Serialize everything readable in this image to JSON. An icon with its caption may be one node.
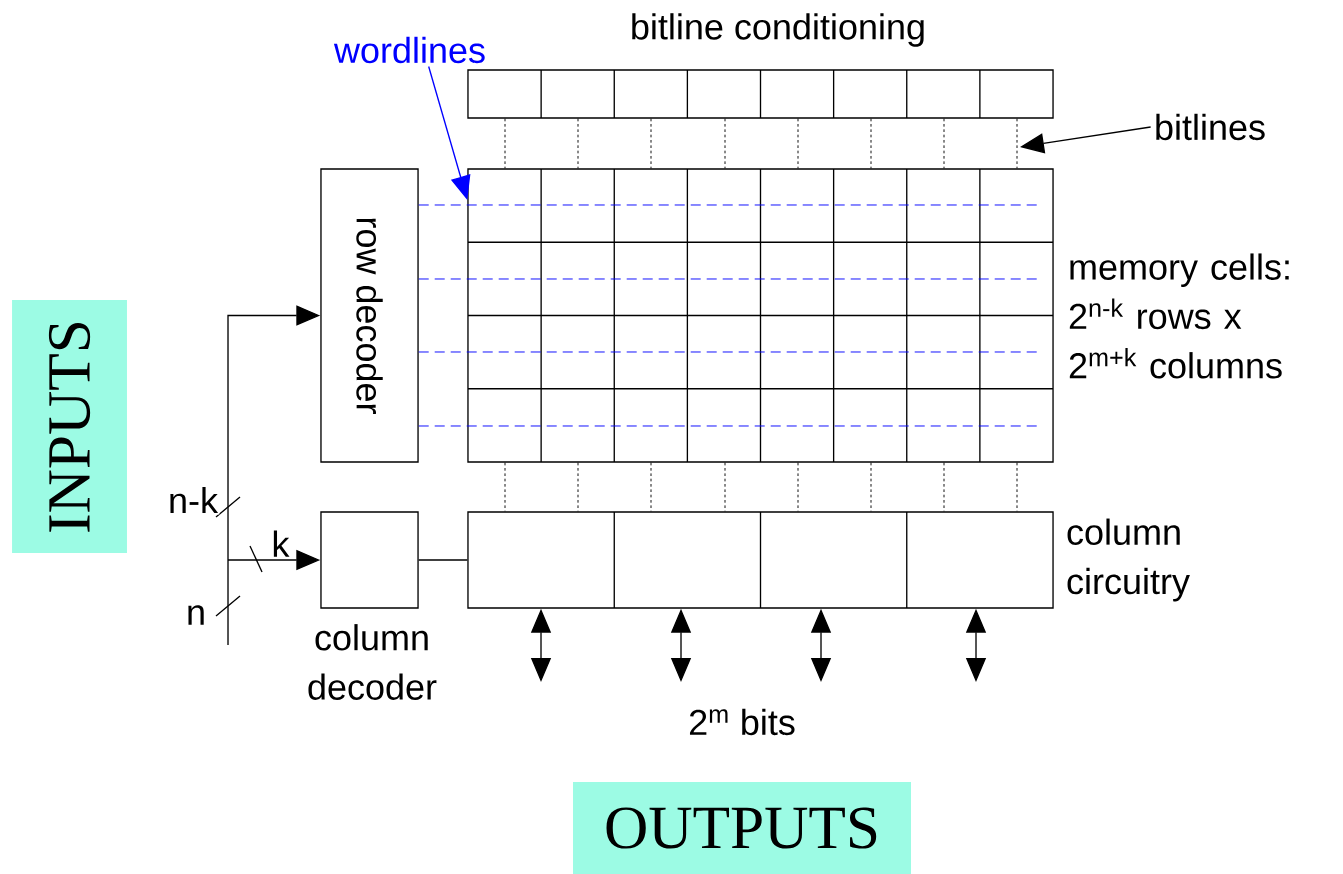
{
  "diagram": {
    "nodes": [
      {
        "text": [
          "INPUTS"
        ]
      },
      {
        "text": [
          "OUTPUTS"
        ]
      },
      {
        "text": [
          "bitline conditioning"
        ]
      },
      {
        "text": [
          "row decoder"
        ]
      },
      {
        "text": [
          "memory cells: 2$^{n-k}$ rows x 2$^{m+k}$ columns"
        ]
      },
      {
        "text": [
          "column decoder"
        ]
      },
      {
        "text": [
          "column circuitry"
        ]
      },
      {
        "text": [
          "wordlines"
        ]
      },
      {
        "text": [
          "bitlines"
        ]
      }
    ],
    "edges": [
      {
        "from": null,
        "to": 3,
        "arrow": "to",
        "label": "n-k"
      },
      {
        "from": null,
        "to": 5,
        "arrow": "to",
        "label": "k"
      },
      {
        "from": 5,
        "to": 6,
        "arrow": "none"
      },
      {
        "from": 3,
        "to": 4,
        "arrow": "none",
        "style": "dashed",
        "color": "#0000ff"
      },
      {
        "from": 3,
        "to": 4,
        "arrow": "none",
        "style": "dashed",
        "color": "#0000ff"
      },
      {
        "from": 3,
        "to": 4,
        "arrow": "none",
        "style": "dashed",
        "color": "#0000ff"
      },
      {
        "from": 3,
        "to": 4,
        "arrow": "none",
        "style": "dashed",
        "color": "#0000ff"
      },
      {
        "from": 2,
        "to": 4,
        "arrow": "none",
        "style": "dashed"
      },
      {
        "from": 2,
        "to": 4,
        "arrow": "none",
        "style": "dashed"
      },
      {
        "from": 2,
        "to": 4,
        "arrow": "none",
        "style": "dashed"
      },
      {
        "from": 2,
        "to": 4,
        "arrow": "none",
        "style": "dashed"
      },
      {
        "from": 2,
        "to": 4,
        "arrow": "none",
        "style": "dashed"
      },
      {
        "from": 2,
        "to": 4,
        "arrow": "none",
        "style": "dashed"
      },
      {
        "from": 2,
        "to": 4,
        "arrow": "none",
        "style": "dashed"
      },
      {
        "from": 2,
        "to": 4,
        "arrow": "none",
        "style": "dashed"
      },
      {
        "from": 4,
        "to": 6,
        "arrow": "none",
        "style": "dashed"
      },
      {
        "from": 4,
        "to": 6,
        "arrow": "none",
        "style": "dashed"
      },
      {
        "from": 4,
        "to": 6,
        "arrow": "none",
        "style": "dashed"
      },
      {
        "from": 4,
        "to": 6,
        "arrow": "none",
        "style": "dashed"
      },
      {
        "from": 4,
        "to": 6,
        "arrow": "none",
        "style": "dashed"
      },
      {
        "from": 4,
        "to": 6,
        "arrow": "none",
        "style": "dashed"
      },
      {
        "from": 4,
        "to": 6,
        "arrow": "none",
        "style": "dashed"
      },
      {
        "from": 4,
        "to": 6,
        "arrow": "none",
        "style": "dashed"
      },
      {
        "from": 6,
        "to": null,
        "arrow": "both"
      },
      {
        "from": 6,
        "to": null,
        "arrow": "both"
      },
      {
        "from": 6,
        "to": null,
        "arrow": "both"
      },
      {
        "from": 6,
        "to": null,
        "arrow": "both"
      },
      {
        "from": 7,
        "to": 4,
        "arrow": "to",
        "color": "#0000ff"
      },
      {
        "from": 8,
        "to": null,
        "arrow": "to"
      }
    ],
    "labels": [
      "n",
      "2$^{m}$ bits"
    ]
  }
}
